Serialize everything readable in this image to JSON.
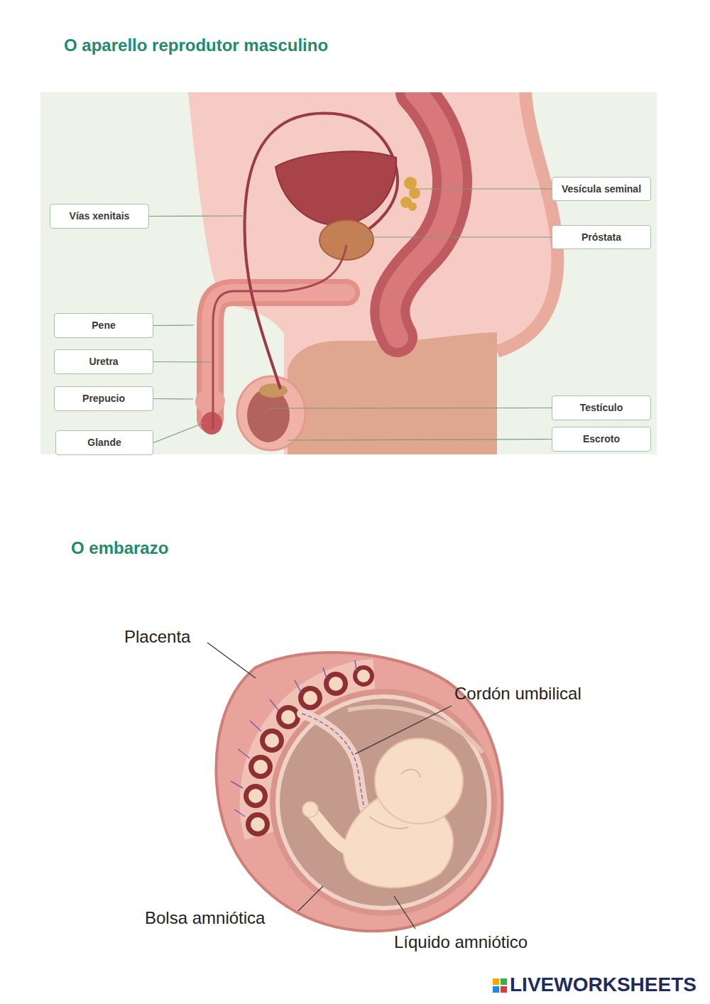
{
  "diagram": {
    "nodes": [
      {
        "text": [
          "Vesícula seminal"
        ]
      },
      {
        "text": [
          "Vías xenitais"
        ]
      },
      {
        "text": [
          "Próstata"
        ]
      },
      {
        "text": [
          "Pene"
        ]
      },
      {
        "text": [
          "Uretra"
        ]
      },
      {
        "text": [
          "Prepucio"
        ]
      },
      {
        "text": [
          "Testículo"
        ]
      },
      {
        "text": [
          "Escroto"
        ]
      },
      {
        "text": [
          "Glande"
        ]
      }
    ],
    "labels": [
      "O aparello reprodutor masculino",
      "O embarazo",
      "Placenta",
      "Cordón umbilical",
      "Bolsa amniótica",
      "Líquido amniótico",
      "LIVEWORKSHEETS"
    ]
  }
}
